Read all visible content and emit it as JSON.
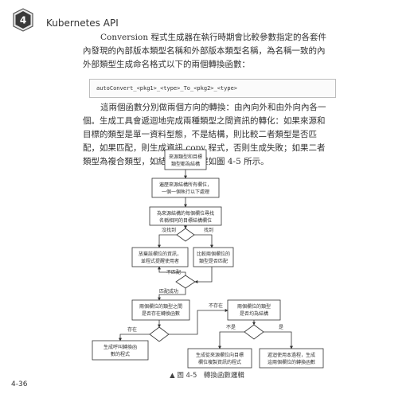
{
  "header": {
    "chapter_number": "4",
    "chapter_title": "Kubernetes API"
  },
  "body": {
    "paragraph1": "Conversion 程式生成器在執行時期會比較參數指定的各套件內發現的內部版本類型名稱和外部版本類型名稱，為名稱一致的內外部類型生成命名格式以下的兩個轉換函數：",
    "code_line": "autoConvert_<pkg1>_<type>_To_<pkg2>_<type>",
    "paragraph2": "這兩個函數分別做兩個方向的轉換：由內向外和由外向內各一個。生成工具會遞迴地完成兩種類型之間資訊的轉化：如果來源和目標的類型是單一資料型態，不是結構，則比較二者類型是否匹配，如果匹配，則生成資訊 copy 程式，否則生成失敗；如果二者類型為複合類型，如結構，則進程如圖 4-5 所示。"
  },
  "flowchart": {
    "nodes": {
      "start": [
        "來源類型和目標",
        "類型都為結構"
      ],
      "loop": [
        "遍歷來源結構所有欄位，",
        "一個一個執行以下處理"
      ],
      "find_target": [
        "為來源結構的每個欄位尋找",
        "名稱相同的目標結構欄位"
      ],
      "notify_user": [
        "放棄該欄位的資訊，",
        "並程式提醒使用者"
      ],
      "compare_types": [
        "比較兩個欄位的",
        "類型是否匹配"
      ],
      "check_func": [
        "兩個欄位的類型之間",
        "是否存在轉換函數"
      ],
      "check_struct": [
        "兩個欄位的類型",
        "是否均為結構"
      ],
      "gen_call": [
        "生成呼叫轉換函",
        "數的程式"
      ],
      "gen_copy": [
        "生成從來源欄位向目標",
        "欄位複製資訊的程式"
      ],
      "recurse": [
        "遞迴使用本過程，生成",
        "這兩個欄位的轉換函數"
      ]
    },
    "edge_labels": {
      "not_found": "沒找到",
      "found": "找到",
      "no_match": "不匹配",
      "match": "匹配成功",
      "exists": "存在",
      "not_exists": "不存在",
      "no": "不是",
      "yes": "是"
    }
  },
  "figure": {
    "caption": "▲ 圖 4-5　轉換函數邏輯"
  },
  "footer": {
    "page_number": "4-36"
  }
}
